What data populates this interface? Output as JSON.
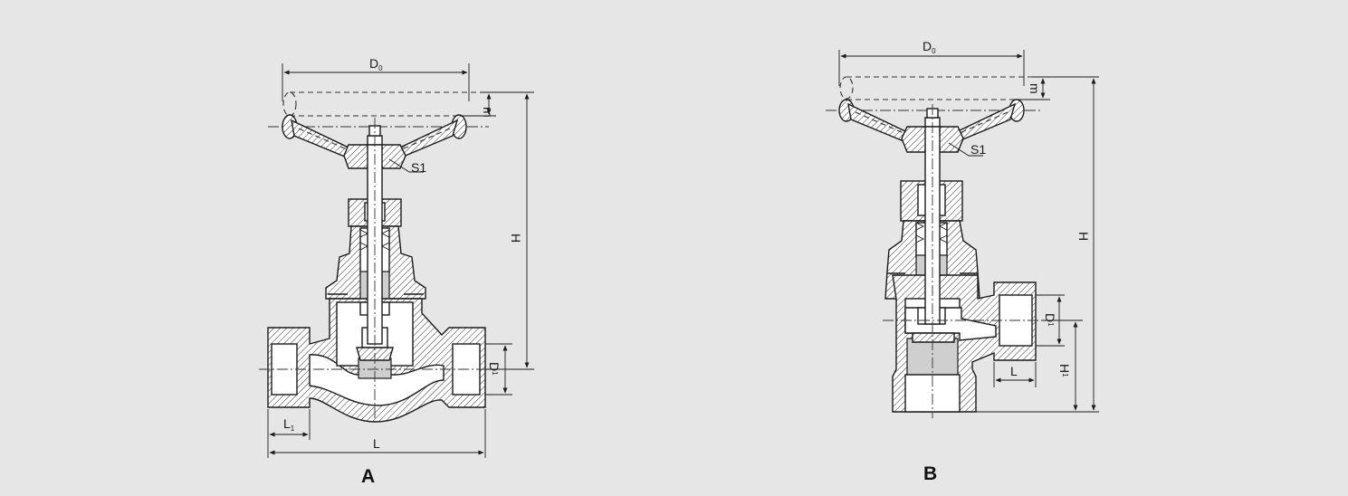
{
  "figures": [
    {
      "caption": "A",
      "dims": {
        "d0": "D",
        "d0_sub": "0",
        "m": "m",
        "s1": "S1",
        "h": "H",
        "d1": "D",
        "d1_sub": "1",
        "l1": "L",
        "l1_sub": "1",
        "l": "L"
      }
    },
    {
      "caption": "B",
      "dims": {
        "d0": "D",
        "d0_sub": "0",
        "m": "m",
        "s1": "S1",
        "h": "H",
        "d1": "D",
        "d1_sub": "1",
        "l": "L",
        "h1": "H",
        "h1_sub": "1"
      }
    }
  ],
  "colors": {
    "background": "#e6e6e6",
    "line": "#1a1a1a"
  }
}
